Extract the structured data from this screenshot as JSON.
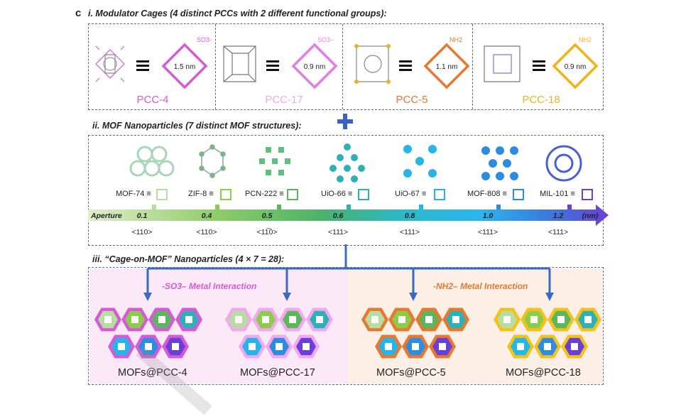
{
  "panel_letter": "c",
  "section_i": {
    "title": "i. Modulator Cages (4 distinct PCCs with 2 different functional groups):",
    "cages": [
      {
        "name": "PCC-4",
        "size": "1.5 nm",
        "group": "SO3−",
        "color": "#d65ad6"
      },
      {
        "name": "PCC-17",
        "size": "0.9 nm",
        "group": "SO3−",
        "color": "#d65ad6"
      },
      {
        "name": "PCC-5",
        "size": "1.1 nm",
        "group": "NH2",
        "color": "#e7782f"
      },
      {
        "name": "PCC-18",
        "size": "0.9 nm",
        "group": "NH2",
        "color": "#f2b316"
      }
    ],
    "equiv_symbol": "≡"
  },
  "section_ii": {
    "title": "ii. MOF Nanoparticles (7 distinct MOF structures):",
    "mofs": [
      {
        "name": "MOF-74",
        "aperture": "0.1",
        "facet": "<110>",
        "color": "#b9dca0"
      },
      {
        "name": "ZIF-8",
        "aperture": "0.4",
        "facet": "<110>",
        "color": "#8ccc4a"
      },
      {
        "name": "PCN-222",
        "aperture": "0.5",
        "facet": "<11̅0>",
        "color": "#5cb65c"
      },
      {
        "name": "UiO-66",
        "aperture": "0.6",
        "facet": "<111>",
        "color": "#2eb1b4"
      },
      {
        "name": "UiO-67",
        "aperture": "0.8",
        "facet": "<111>",
        "color": "#26b5e8"
      },
      {
        "name": "MOF-808",
        "aperture": "1.0",
        "facet": "<111>",
        "color": "#2d8be0"
      },
      {
        "name": "MIL-101",
        "aperture": "1.2",
        "facet": "<111>",
        "color": "#6a3fd6"
      }
    ],
    "aperture_label": "Aperture",
    "aperture_unit": "(nm)"
  },
  "section_iii": {
    "title": "iii. “Cage-on-MOF” Nanoparticles (4 × 7 = 28):",
    "interactions": [
      {
        "label": "-SO3– Metal Interaction",
        "color": "#d65ad6"
      },
      {
        "label": "-NH2– Metal Interaction",
        "color": "#e7782f"
      }
    ],
    "groups": [
      {
        "label": "MOFs@PCC-4",
        "frame_color": "#d65ad6"
      },
      {
        "label": "MOFs@PCC-17",
        "frame_color": "#f0a8ef"
      },
      {
        "label": "MOFs@PCC-5",
        "frame_color": "#e7782f"
      },
      {
        "label": "MOFs@PCC-18",
        "frame_color": "#f2c21c"
      }
    ]
  },
  "plus_symbol": "+"
}
